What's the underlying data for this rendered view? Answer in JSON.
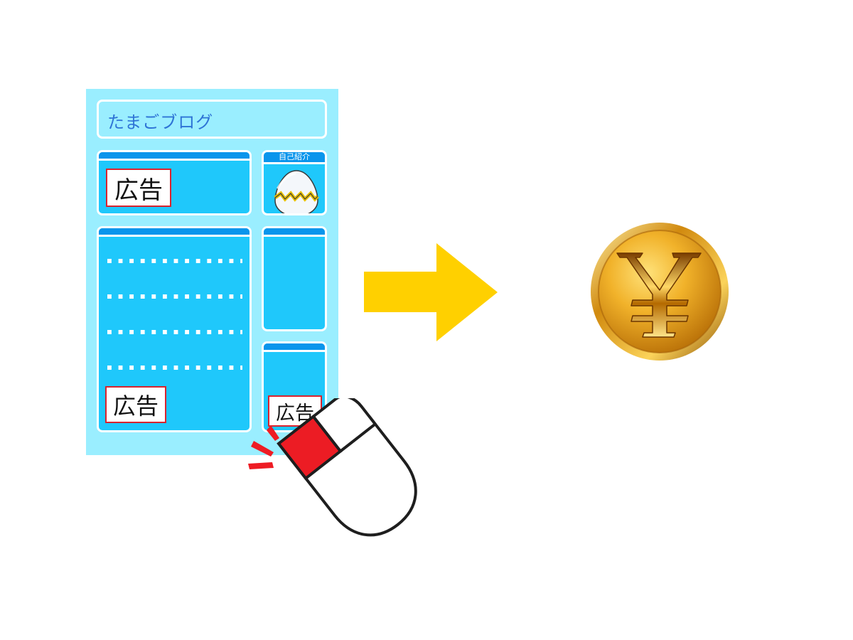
{
  "blog": {
    "title": "たまごブログ",
    "profile_label": "自己紹介",
    "ad_label": "広告"
  },
  "icons": {
    "egg": "cracked-egg-icon",
    "arrow": "right-arrow-icon",
    "coin": "yen-coin-icon",
    "mouse": "computer-mouse-icon",
    "click": "click-burst-icon"
  },
  "colors": {
    "page_bg": "#9aeeff",
    "panel": "#1fc8fb",
    "panel_cap": "#0a95ec",
    "title_text": "#2e74d6",
    "ad_border": "#d9232e",
    "arrow": "#ffd000",
    "coin_gold": "#e0a21a",
    "mouse_button": "#ec1c24"
  }
}
